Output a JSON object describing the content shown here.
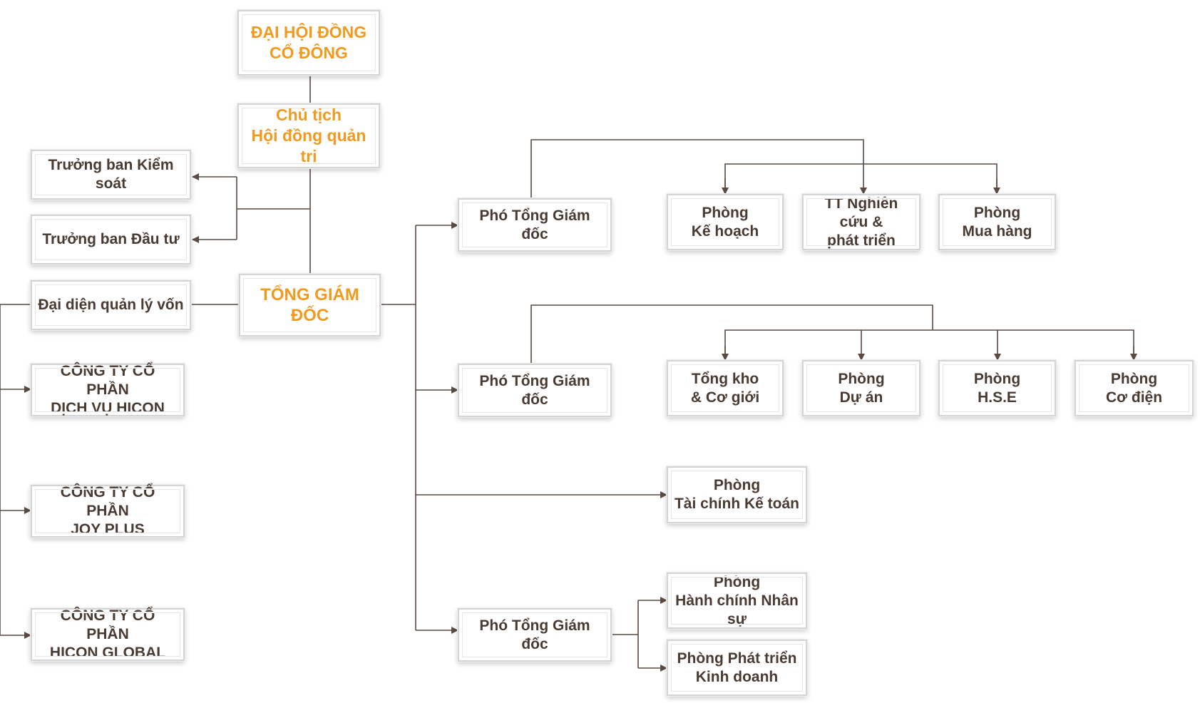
{
  "colors": {
    "accent": "#f29a1f",
    "text": "#4a3b32",
    "line": "#5a4a42",
    "box_border": "#d4d4d4"
  },
  "top": {
    "shareholders": {
      "line1": "ĐẠI HỘI ĐỒNG",
      "line2": "CỔ ĐÔNG"
    },
    "chairman": {
      "line1": "Chủ tịch",
      "line2": "Hội đồng quản trị"
    },
    "ceo": {
      "line1": "TỔNG GIÁM ĐỐC"
    }
  },
  "left": {
    "control_head": {
      "line1": "Trưởng ban Kiểm soát"
    },
    "investment_head": {
      "line1": "Trưởng ban Đầu tư"
    },
    "capital_rep": {
      "line1": "Đại diện quản lý vốn"
    },
    "subsidiaries": [
      {
        "line1": "CÔNG TY CỔ PHẦN",
        "line2": "DỊCH VỤ HICON"
      },
      {
        "line1": "CÔNG TY CỔ PHẦN",
        "line2": "JOY PLUS"
      },
      {
        "line1": "CÔNG TY CỔ PHẦN",
        "line2": "HICON GLOBAL"
      }
    ]
  },
  "right": {
    "vice_ceo_1": {
      "line1": "Phó Tổng Giám đốc"
    },
    "vice_ceo_2": {
      "line1": "Phó Tổng Giám đốc"
    },
    "vice_ceo_3": {
      "line1": "Phó Tổng Giám đốc"
    },
    "group1": [
      {
        "line1": "Phòng",
        "line2": "Kế hoạch"
      },
      {
        "line1": "TT Nghiên cứu &",
        "line2": "phát triển"
      },
      {
        "line1": "Phòng",
        "line2": "Mua hàng"
      }
    ],
    "group2": [
      {
        "line1": "Tổng kho",
        "line2": "& Cơ giới"
      },
      {
        "line1": "Phòng",
        "line2": "Dự án"
      },
      {
        "line1": "Phòng",
        "line2": "H.S.E"
      },
      {
        "line1": "Phòng",
        "line2": "Cơ điện"
      }
    ],
    "finance": {
      "line1": "Phòng",
      "line2": "Tài chính Kế toán"
    },
    "group3": [
      {
        "line1": "Phòng",
        "line2": "Hành chính Nhân sự"
      },
      {
        "line1": "Phòng Phát triển",
        "line2": "Kinh doanh"
      }
    ]
  }
}
